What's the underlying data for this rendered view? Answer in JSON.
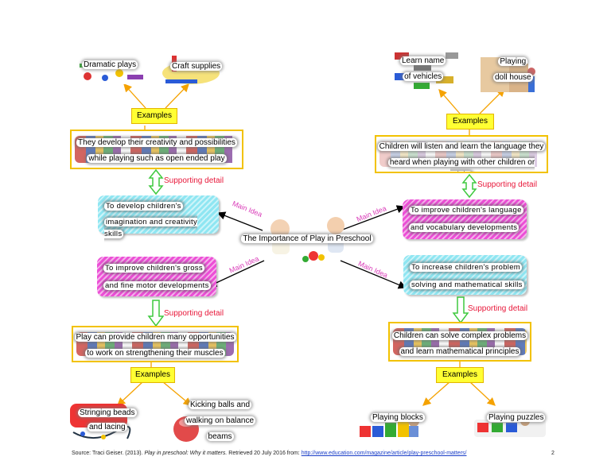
{
  "center_title": "The Importance of Play in Preschool",
  "main_idea_label": "Main Idea",
  "supporting_detail_label": "Supporting detail",
  "examples_label": "Examples",
  "top_left": {
    "main_idea": [
      "To develop children's",
      "imagination and creativity skills"
    ],
    "detail": [
      "They develop their creativity and possibilities",
      "while playing such as open ended play"
    ],
    "example_1": [
      "Dramatic plays"
    ],
    "example_2": [
      "Craft supplies"
    ]
  },
  "top_right": {
    "main_idea": [
      "To improve children's language",
      "and vocabulary developments"
    ],
    "detail": [
      "Children will listen and learn the language they",
      "heard when playing with other children or adults"
    ],
    "example_1": [
      "Learn name",
      "of vehicles"
    ],
    "example_2": [
      "Playing",
      "doll house"
    ]
  },
  "bottom_left": {
    "main_idea": [
      "To improve children's gross",
      "and fine motor developments"
    ],
    "detail": [
      "Play can provide children many opportunities",
      "to work on strengthening their muscles"
    ],
    "example_1": [
      "Stringing beads",
      "and lacing"
    ],
    "example_2": [
      "Kicking balls and",
      "walking on balance",
      "beams"
    ]
  },
  "bottom_right": {
    "main_idea": [
      "To increase children's problem",
      "solving and mathematical skills"
    ],
    "detail": [
      "Children can solve complex  problems",
      "and learn mathematical  principles"
    ],
    "example_1": [
      "Playing blocks"
    ],
    "example_2": [
      "Playing puzzles"
    ]
  },
  "footer": {
    "source_prefix": "Source: Traci Geiser. (2013).",
    "source_title": "Play in preschool: Why it matters.",
    "source_middle": "Retrieved 20 July 2016 from:",
    "source_url": "http://www.education.com/magazine/article/play-preschool-matters/",
    "page_number": "2"
  },
  "colors": {
    "accent_yellow": "#ffff33",
    "box_border": "#f2c200",
    "cyan_box": "#8fe6f2",
    "pink_box": "#ec4fd6",
    "supporting_text": "#e8183a",
    "main_idea_text": "#d93bb8",
    "green_arrow": "#3ec93e",
    "orange_arrow": "#f5a200"
  }
}
